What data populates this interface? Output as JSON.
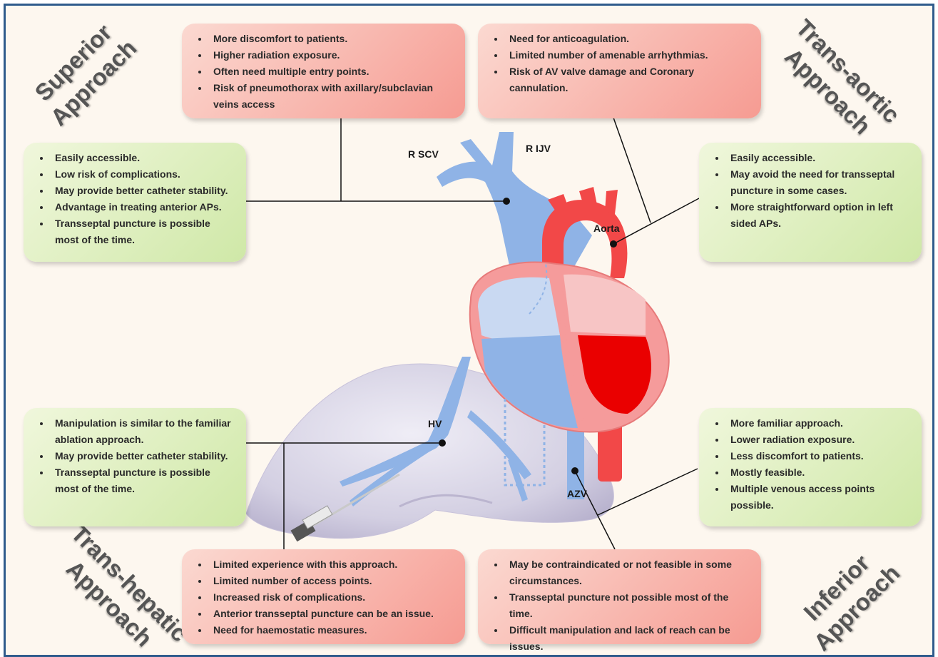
{
  "titles": {
    "superior": [
      "Superior",
      "Approach"
    ],
    "transaortic": [
      "Trans-aortic",
      "Approach"
    ],
    "transhepatic": [
      "Trans-hepatic",
      "Approach"
    ],
    "inferior": [
      "Inferior",
      "Approach"
    ]
  },
  "labels": {
    "r_scv": "R SCV",
    "r_ijv": "R IJV",
    "aorta": "Aorta",
    "hv": "HV",
    "azv": "AZV"
  },
  "boxes": {
    "superior_cons": [
      "More discomfort to patients.",
      "Higher radiation exposure.",
      "Often need multiple entry points.",
      "Risk of pneumothorax with axillary/subclavian veins access"
    ],
    "transaortic_cons": [
      "Need for anticoagulation.",
      "Limited number of amenable arrhythmias.",
      "Risk of AV valve damage and Coronary cannulation."
    ],
    "superior_pros": [
      "Easily accessible.",
      "Low risk of complications.",
      "May provide better catheter stability.",
      "Advantage in treating anterior APs.",
      "Transseptal puncture is possible most of the time."
    ],
    "transaortic_pros": [
      "Easily accessible.",
      "May avoid the need for transseptal puncture in some cases.",
      "More straightforward option in left sided APs."
    ],
    "transhepatic_pros": [
      "Manipulation is similar to the familiar ablation approach.",
      "May provide better catheter stability.",
      "Transseptal puncture is possible most of the time."
    ],
    "inferior_pros": [
      "More familiar approach.",
      "Lower radiation exposure.",
      "Less discomfort to patients.",
      "Mostly feasible.",
      "Multiple venous access points possible."
    ],
    "transhepatic_cons": [
      "Limited experience with this approach.",
      "Limited number of access points.",
      "Increased risk of complications.",
      "Anterior transseptal puncture can be an issue.",
      "Need for haemostatic measures."
    ],
    "inferior_cons": [
      "May be contraindicated or not feasible in some circumstances.",
      "Transseptal puncture not possible most of the time.",
      "Difficult manipulation and lack of reach can be issues."
    ]
  },
  "colors": {
    "frame": "#2f5b8c",
    "vein": "#8fb3e6",
    "aorta": "#f24848",
    "pros_box": "#d8edb6",
    "cons_box": "#f9b7ad"
  }
}
